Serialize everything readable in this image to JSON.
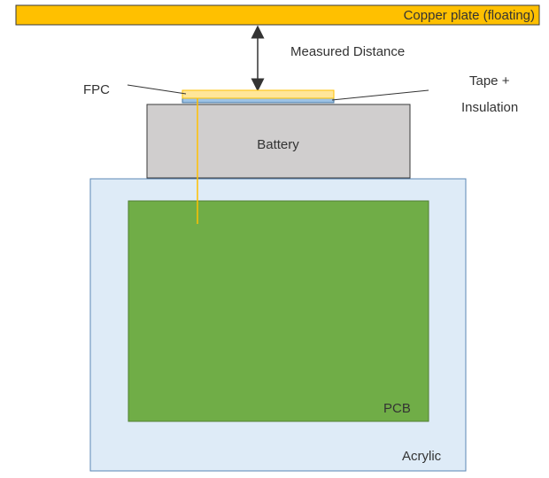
{
  "labels": {
    "copper_plate": "Copper plate (floating)",
    "measured_distance": "Measured Distance",
    "fpc": "FPC",
    "tape_line1": "Tape +",
    "tape_line2": "Insulation",
    "battery": "Battery",
    "pcb": "PCB",
    "acrylic": "Acrylic"
  },
  "colors": {
    "copper": "#ffc000",
    "battery": "#d0cece",
    "acrylic": "#deebf7",
    "pcb": "#70ad47",
    "tape": "#9dc3e6",
    "fpc": "#ffe699"
  }
}
